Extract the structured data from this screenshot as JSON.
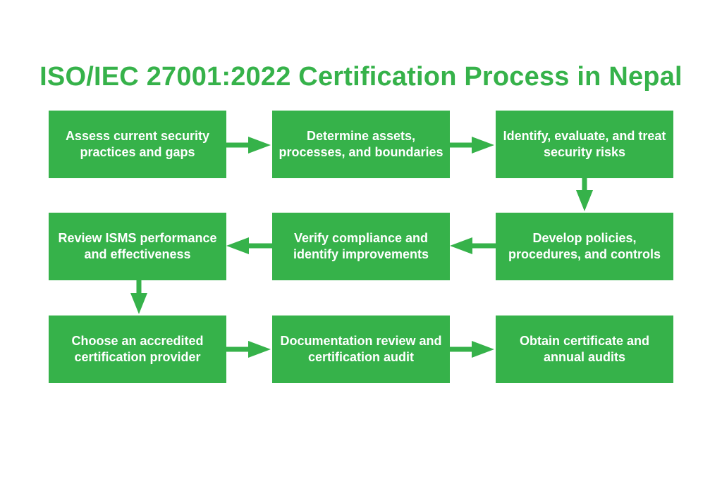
{
  "diagram": {
    "title": "ISO/IEC 27001:2022 Certification Process in Nepal",
    "accent_color": "#36b24a",
    "steps": [
      {
        "label": "Assess current security practices and gaps"
      },
      {
        "label": "Determine assets, processes, and boundaries"
      },
      {
        "label": "Identify, evaluate, and treat security risks"
      },
      {
        "label": "Develop policies, procedures, and controls"
      },
      {
        "label": "Verify compliance and identify improvements"
      },
      {
        "label": "Review ISMS performance and effectiveness"
      },
      {
        "label": "Choose an accredited certification provider"
      },
      {
        "label": "Documentation review and certification audit"
      },
      {
        "label": "Obtain certificate and annual audits"
      }
    ]
  }
}
